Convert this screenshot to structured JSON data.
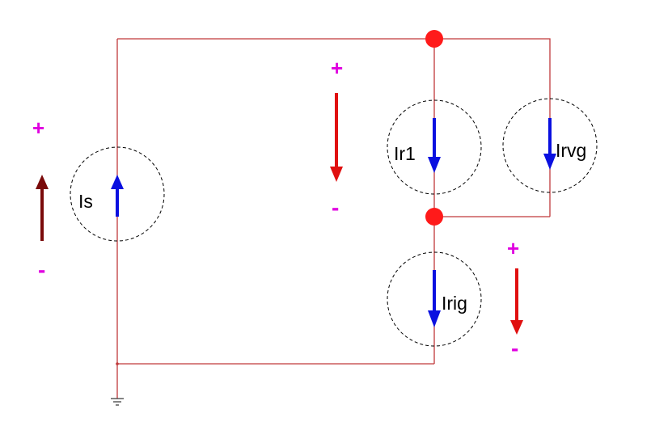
{
  "colors": {
    "wire": "#c0393b",
    "node": "#ff1a1a",
    "current_arrow": "#0a10e0",
    "voltage_arrow_source": "#7a0a0a",
    "voltage_arrow": "#e01010",
    "sign": "#e000e0",
    "circle": "#000000",
    "label": "#000000",
    "ground": "#333333"
  },
  "sources": [
    {
      "id": "is",
      "label": "Is"
    },
    {
      "id": "ir1",
      "label": "Ir1"
    },
    {
      "id": "irvg",
      "label": "Irvg"
    },
    {
      "id": "irig",
      "label": "Irig"
    }
  ],
  "voltage_marks": [
    {
      "id": "source",
      "plus": "+",
      "minus": "-"
    },
    {
      "id": "parallel",
      "plus": "+",
      "minus": "-"
    },
    {
      "id": "bottom",
      "plus": "+",
      "minus": "-"
    }
  ],
  "icons": {
    "ground": "ground-icon",
    "node": "junction-node"
  }
}
